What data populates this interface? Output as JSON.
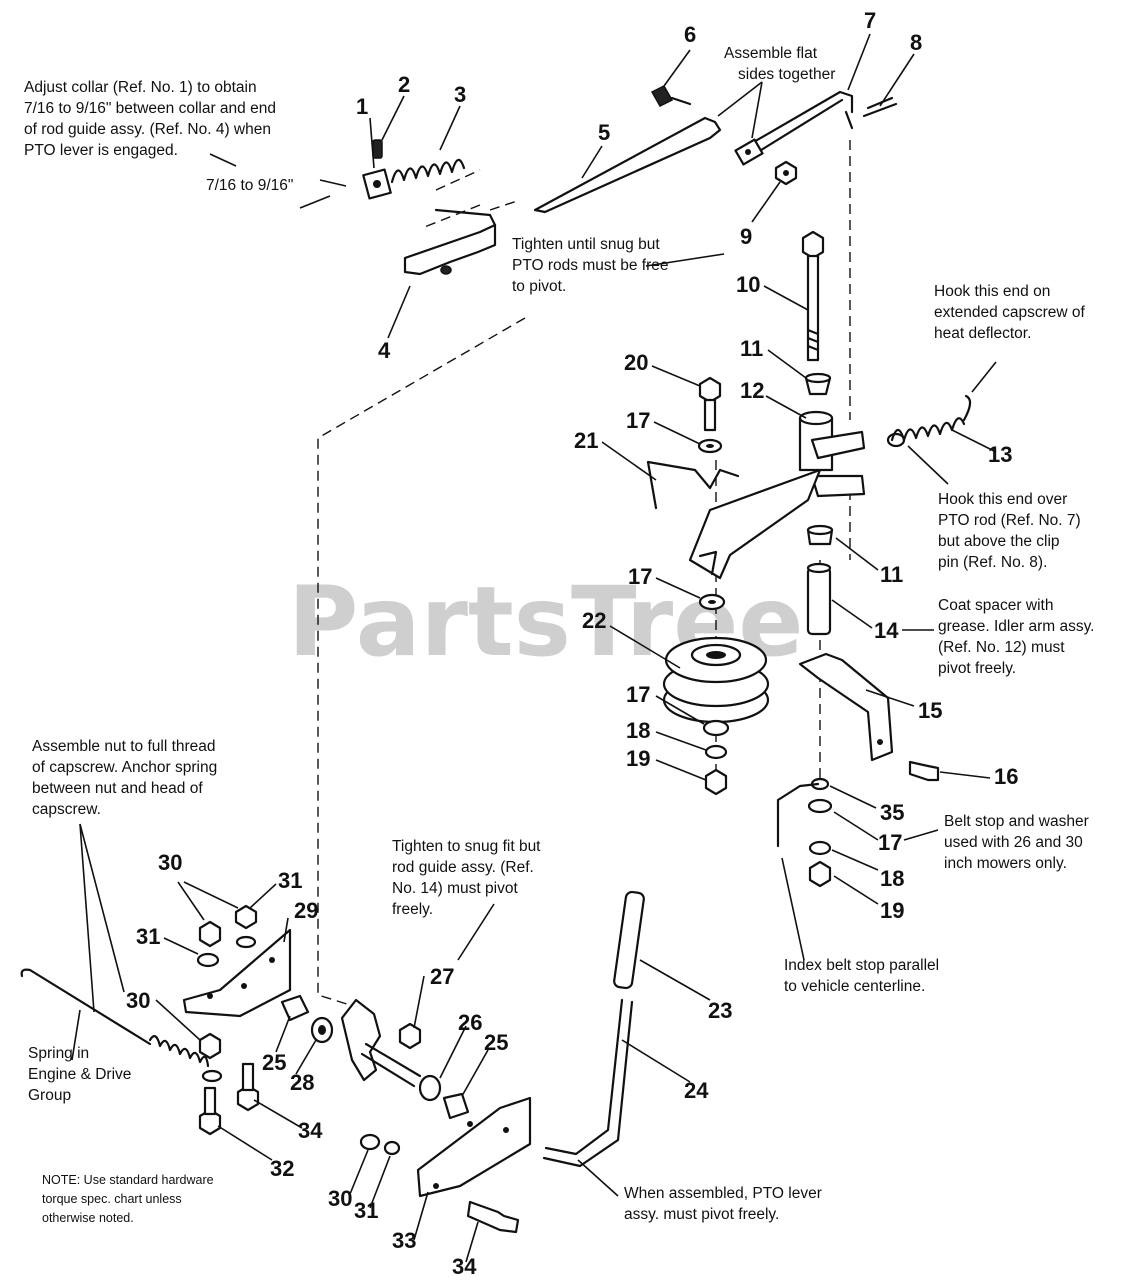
{
  "watermark": "PartsTree",
  "callouts": [
    {
      "key": "c1",
      "text": "1"
    },
    {
      "key": "c2",
      "text": "2"
    },
    {
      "key": "c3",
      "text": "3"
    },
    {
      "key": "c4",
      "text": "4"
    },
    {
      "key": "c5",
      "text": "5"
    },
    {
      "key": "c6",
      "text": "6"
    },
    {
      "key": "c7",
      "text": "7"
    },
    {
      "key": "c8",
      "text": "8"
    },
    {
      "key": "c9",
      "text": "9"
    },
    {
      "key": "c10",
      "text": "10"
    },
    {
      "key": "c11a",
      "text": "11"
    },
    {
      "key": "c11b",
      "text": "11"
    },
    {
      "key": "c12",
      "text": "12"
    },
    {
      "key": "c13",
      "text": "13"
    },
    {
      "key": "c14",
      "text": "14"
    },
    {
      "key": "c15",
      "text": "15"
    },
    {
      "key": "c16",
      "text": "16"
    },
    {
      "key": "c17a",
      "text": "17"
    },
    {
      "key": "c17b",
      "text": "17"
    },
    {
      "key": "c17c",
      "text": "17"
    },
    {
      "key": "c17d",
      "text": "17"
    },
    {
      "key": "c18a",
      "text": "18"
    },
    {
      "key": "c18b",
      "text": "18"
    },
    {
      "key": "c19a",
      "text": "19"
    },
    {
      "key": "c19b",
      "text": "19"
    },
    {
      "key": "c20",
      "text": "20"
    },
    {
      "key": "c21",
      "text": "21"
    },
    {
      "key": "c22",
      "text": "22"
    },
    {
      "key": "c23",
      "text": "23"
    },
    {
      "key": "c24",
      "text": "24"
    },
    {
      "key": "c25a",
      "text": "25"
    },
    {
      "key": "c25b",
      "text": "25"
    },
    {
      "key": "c26",
      "text": "26"
    },
    {
      "key": "c27",
      "text": "27"
    },
    {
      "key": "c28",
      "text": "28"
    },
    {
      "key": "c29",
      "text": "29"
    },
    {
      "key": "c30a",
      "text": "30"
    },
    {
      "key": "c30b",
      "text": "30"
    },
    {
      "key": "c30c",
      "text": "30"
    },
    {
      "key": "c31a",
      "text": "31"
    },
    {
      "key": "c31b",
      "text": "31"
    },
    {
      "key": "c31c",
      "text": "31"
    },
    {
      "key": "c32",
      "text": "32"
    },
    {
      "key": "c33",
      "text": "33"
    },
    {
      "key": "c34a",
      "text": "34"
    },
    {
      "key": "c34b",
      "text": "34"
    },
    {
      "key": "c35",
      "text": "35"
    }
  ],
  "notes": {
    "adjust_collar": [
      "Adjust collar (Ref. No. 1) to obtain",
      "7/16 to 9/16\" between collar and end",
      "of rod guide assy. (Ref. No. 4) when",
      "PTO lever is engaged."
    ],
    "dimension": "7/16 to 9/16\"",
    "flat_sides": [
      "Assemble flat",
      "sides together"
    ],
    "tighten_snug": [
      "Tighten until snug but",
      "PTO rods must be free",
      "to pivot."
    ],
    "hook_capscrew": [
      "Hook this end on",
      "extended capscrew of",
      "heat deflector."
    ],
    "hook_over": [
      "Hook this end over",
      "PTO rod (Ref. No. 7)",
      "but above the clip",
      "pin (Ref. No. 8)."
    ],
    "coat_spacer": [
      "Coat spacer with",
      "grease. Idler arm assy.",
      "(Ref. No. 12) must",
      "pivot freely."
    ],
    "belt_stop": [
      "Belt stop and washer",
      "used with 26 and 30",
      "inch mowers only."
    ],
    "index_belt": [
      "Index belt stop parallel",
      "to vehicle centerline."
    ],
    "assemble_nut": [
      "Assemble nut to full thread",
      "of capscrew. Anchor spring",
      "between nut and head of",
      "capscrew."
    ],
    "tighten_fit": [
      "Tighten to snug fit but",
      "rod guide assy. (Ref.",
      "No. 14) must pivot",
      "freely."
    ],
    "spring_in": [
      "Spring in",
      "Engine & Drive",
      "Group"
    ],
    "when_assembled": [
      "When assembled, PTO lever",
      "assy. must pivot freely."
    ],
    "note_hardware": [
      "NOTE: Use standard hardware",
      "torque spec. chart unless",
      "otherwise noted."
    ]
  }
}
